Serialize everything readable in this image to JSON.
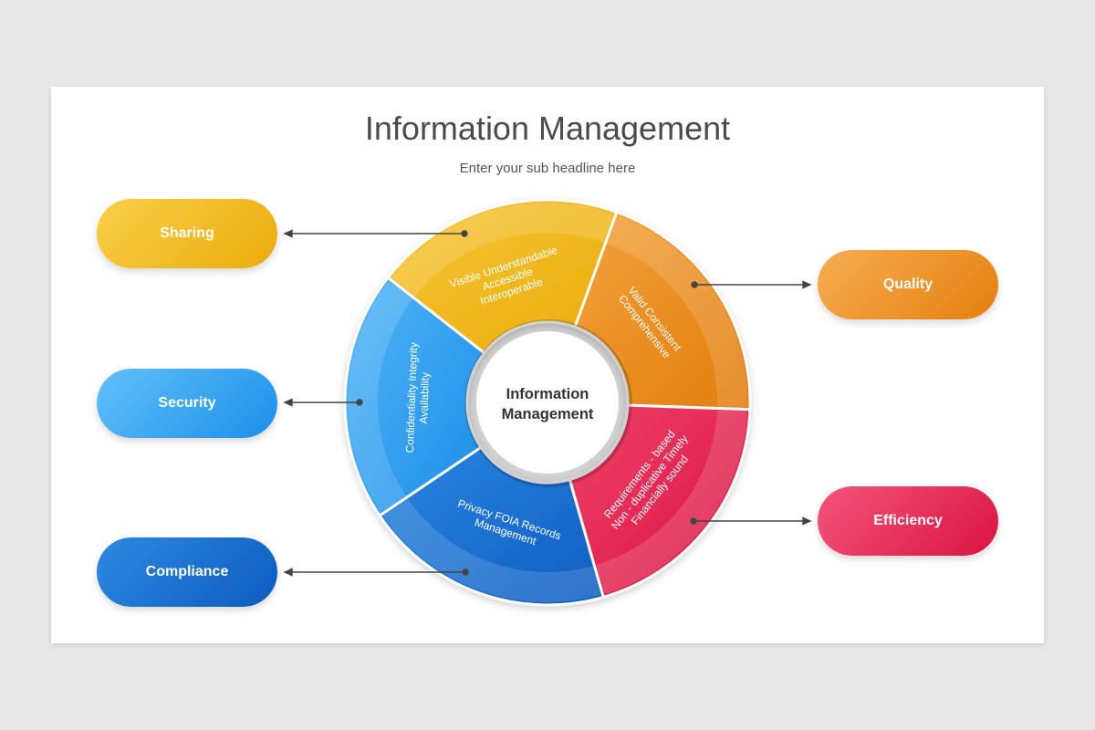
{
  "title": "Information Management",
  "subtitle": "Enter your sub headline here",
  "center_label_line1": "Information",
  "center_label_line2": "Management",
  "colors": {
    "yellow": "#f2b611",
    "orange": "#ec8a10",
    "red": "#e4204c",
    "dark_blue": "#1565c8",
    "light_blue": "#2196ee"
  },
  "labels": {
    "sharing": "Sharing",
    "security": "Security",
    "compliance": "Compliance",
    "quality": "Quality",
    "efficiency": "Efficiency"
  },
  "segments": {
    "yellow": [
      "Visible Understandable",
      "Accessible",
      "Interoperable"
    ],
    "orange": [
      "Valid Consistent",
      "Comprehensive"
    ],
    "red": [
      "Requirements - based",
      "Non - duplicative Timely",
      "Financially sound"
    ],
    "dark_blue": [
      "Privacy FOIA Records",
      "Management"
    ],
    "light_blue": [
      "Confidentiality Integrity",
      "Availability"
    ]
  }
}
